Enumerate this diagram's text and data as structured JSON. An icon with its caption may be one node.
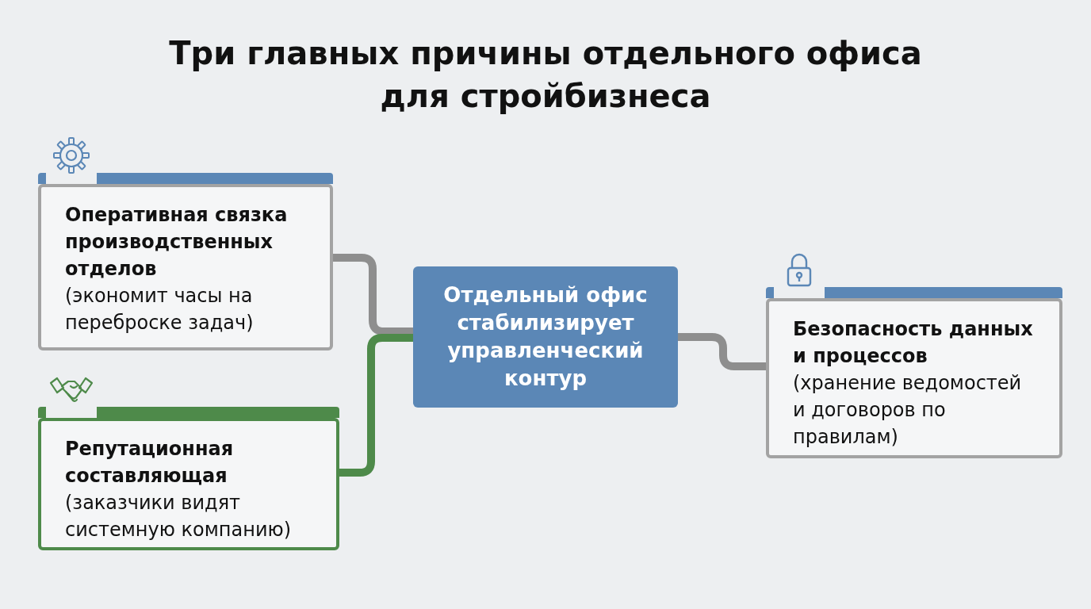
{
  "diagram": {
    "title": "Три главных причины отдельного офиса для стройбизнеса",
    "nodes": [
      {
        "text": [
          "Оперативная связка производственных отделов",
          "(экономит часы на переброске задач)"
        ]
      },
      {
        "text": [
          "Репутационная составляющая",
          "(заказчики видят системную компанию)"
        ]
      },
      {
        "text": [
          "Отдельный офис стабилизирует управленческий контур"
        ]
      },
      {
        "text": [
          "Безопасность данных и процессов",
          "(хранение ведомостей и договоров по правилам)"
        ]
      }
    ],
    "edges": [
      {
        "from": 0,
        "to": 2,
        "arrow": "none"
      },
      {
        "from": 1,
        "to": 2,
        "arrow": "none",
        "color": "#4e8a4a"
      },
      {
        "from": 2,
        "to": 3,
        "arrow": "none"
      }
    ]
  }
}
